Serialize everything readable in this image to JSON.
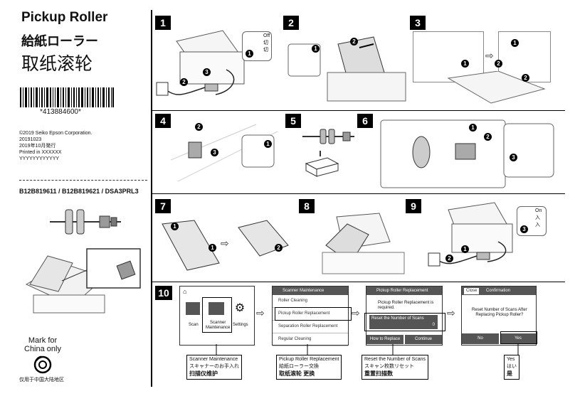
{
  "title": {
    "en": "Pickup Roller",
    "ja": "給紙ローラー",
    "zh": "取纸滚轮"
  },
  "barcode_number": "*413884600*",
  "meta": {
    "copyright": "©2019 Seiko Epson Corporation.",
    "date_code": "20191023",
    "ja_date": "2019年10月発行",
    "printed": "Printed in XXXXXX",
    "code": "YYYYYYYYYYYY"
  },
  "models": "B12B819611 / B12B819621 / DSA3PRL3",
  "mark": {
    "line1": "Mark for",
    "line2": "China only",
    "zh_region": "仅用于中国大陆地区"
  },
  "steps": {
    "s1": "1",
    "s2": "2",
    "s3": "3",
    "s4": "4",
    "s5": "5",
    "s6": "6",
    "s7": "7",
    "s8": "8",
    "s9": "9",
    "s10": "10"
  },
  "power": {
    "off_en": "Off",
    "off_ja": "切",
    "off_zh": "切",
    "on_en": "On",
    "on_ja": "入",
    "on_zh": "入"
  },
  "circled": {
    "n1": "1",
    "n2": "2",
    "n3": "3"
  },
  "home_screen": {
    "scan": "Scan",
    "scanner_maintenance_line1": "Scanner",
    "scanner_maintenance_line2": "Maintenance",
    "settings": "Settings"
  },
  "maint_screen": {
    "title": "Scanner Maintenance",
    "items": [
      "Roller Cleaning",
      "Pickup Roller Replacement",
      "Separation Roller Replacement",
      "Regular Cleaning"
    ]
  },
  "pickup_screen": {
    "title": "Pickup Roller Replacement",
    "message_line1": "Pickup Roller Replacement is",
    "message_line2": "required.",
    "reset_label": "Reset the Number of Scans",
    "reset_value": "0",
    "how_to": "How to Replace",
    "continue": "Continue"
  },
  "confirm_screen": {
    "close": "Close",
    "title": "Confirmation",
    "message_line1": "Reset Number of Scans After",
    "message_line2": "Replacing Pickup Roller?",
    "no": "No",
    "yes": "Yes"
  },
  "captions": {
    "c1_en": "Scanner Maintenance",
    "c1_ja": "スキャナーのお手入れ",
    "c1_zh": "扫描仪维护",
    "c2_en": "Pickup Roller Replacement",
    "c2_ja": "給紙ローラー交換",
    "c2_zh": "取纸滚轮 更换",
    "c3_en": "Reset the Number of Scans",
    "c3_ja": "スキャン枚数リセット",
    "c3_zh": "重置扫描数",
    "c4_en": "Yes",
    "c4_ja": "はい",
    "c4_zh": "是"
  }
}
